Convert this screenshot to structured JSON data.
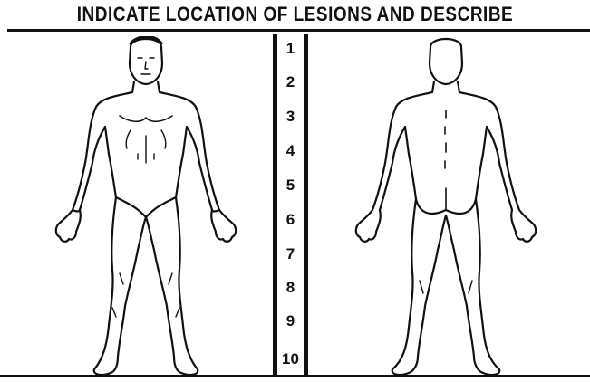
{
  "form": {
    "title": "INDICATE LOCATION OF LESIONS AND DESCRIBE",
    "numbers": [
      "1",
      "2",
      "3",
      "4",
      "5",
      "6",
      "7",
      "8",
      "9",
      "10"
    ]
  },
  "figures": {
    "front": "front body outline",
    "back": "back body outline"
  }
}
